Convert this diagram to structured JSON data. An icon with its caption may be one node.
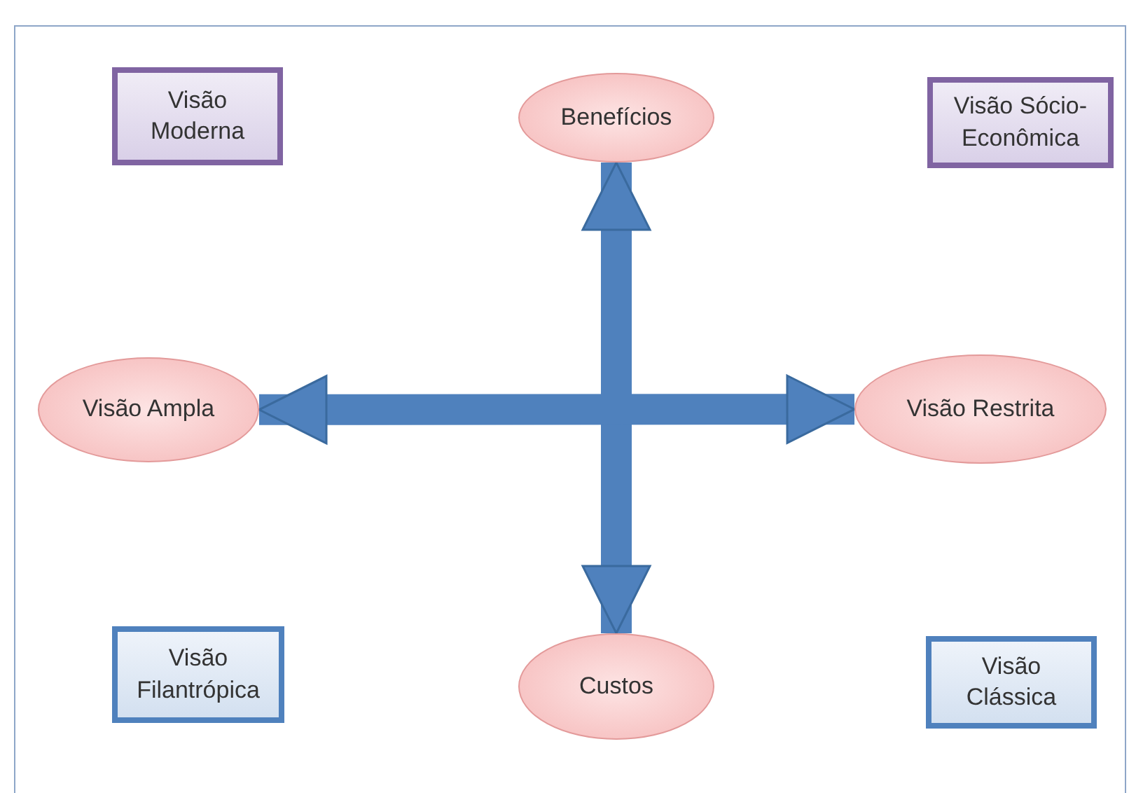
{
  "diagram": {
    "nodes": [
      {
        "text": [
          "Visão Moderna"
        ]
      },
      {
        "text": [
          "Benefícios"
        ]
      },
      {
        "text": [
          "Visão Sócio-Econômica"
        ]
      },
      {
        "text": [
          "Visão Ampla"
        ]
      },
      {
        "text": [
          "Visão Restrita"
        ]
      },
      {
        "text": [
          "Visão Filantrópica"
        ]
      },
      {
        "text": [
          "Custos"
        ]
      },
      {
        "text": [
          "Visão Clássica"
        ]
      }
    ],
    "edges": [
      {
        "from": 1,
        "to": 6,
        "arrow": "both"
      },
      {
        "from": 3,
        "to": 4,
        "arrow": "both"
      }
    ]
  }
}
